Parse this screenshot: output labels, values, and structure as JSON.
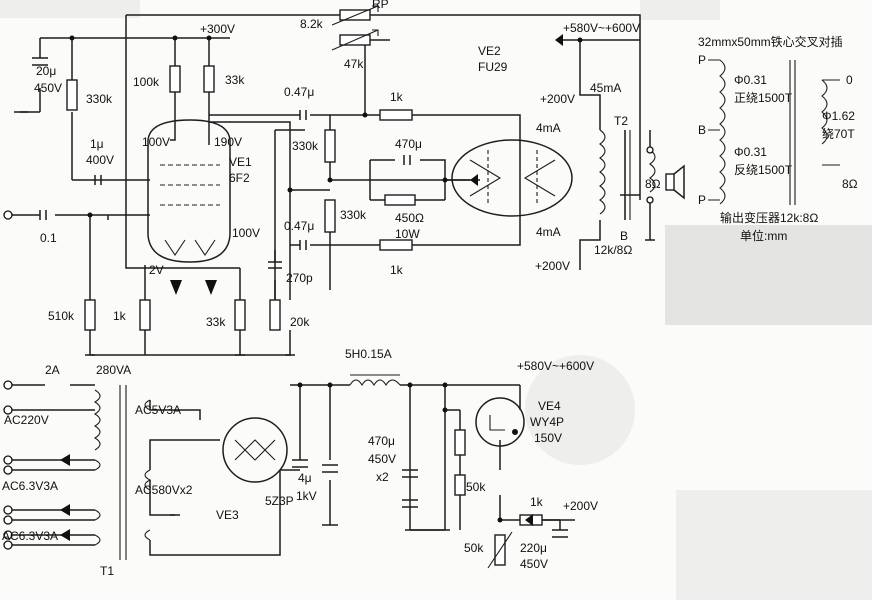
{
  "rails": {
    "b300": "+300V",
    "b580_top": "+580V~+600V",
    "b580_ps": "+580V~+600V",
    "b200_a": "+200V",
    "b200_b": "+200V",
    "b200_ps": "+200V"
  },
  "preamp": {
    "c_in": "0.1",
    "r_grid": "510k",
    "r_cath": "1k",
    "c_dec_val": "20μ",
    "c_dec_volt": "450V",
    "r_dec": "330k",
    "r_plate1": "100k",
    "r_plate2": "33k",
    "c_coup_val": "1μ",
    "c_coup_volt": "400V",
    "v_100_1": "100V",
    "v_190": "190V",
    "v_100_2": "100V",
    "v_2": "2V",
    "tube_ref": "VE1",
    "tube_type": "6F2",
    "r_33k_bot": "33k",
    "c_270p": "270p",
    "r_20k": "20k"
  },
  "phase": {
    "rp_label": "RP",
    "r_8k2": "8.2k",
    "r_47k": "47k",
    "c_047_top": "0.47μ",
    "c_047_bot": "0.47μ",
    "r_330k_a": "330k",
    "r_330k_b": "330k",
    "r_1k_top": "1k",
    "r_1k_bot": "1k",
    "c_470": "470μ",
    "r_450": "450Ω",
    "r_450w": "10W"
  },
  "output": {
    "tube_ref": "VE2",
    "tube_type": "FU29",
    "i_45": "45mA",
    "i_4a": "4mA",
    "i_4b": "4mA",
    "t2": "T2",
    "t2_ratio": "12k/8Ω",
    "b_label": "B",
    "spk": "8Ω"
  },
  "xfmr_note": {
    "title": "32mmx50mm铁心交叉对插",
    "p1": "P",
    "w1": "Φ0.31",
    "w1b": "正绕1500T",
    "b": "B",
    "w2": "Φ0.31",
    "w2b": "反绕1500T",
    "p2": "P",
    "zero": "0",
    "w3": "Φ1.62",
    "w3b": "绕70T",
    "ohm": "8Ω",
    "caption": "输出变压器12k:8Ω",
    "unit": "单位:mm"
  },
  "power": {
    "fuse": "2A",
    "va": "280VA",
    "ac220": "AC220V",
    "ac5v": "AC5V3A",
    "ac580": "AC580Vx2",
    "ac63a": "AC6.3V3A",
    "ac63b": "AC6.3V3A",
    "t1": "T1",
    "rect_ref": "VE3",
    "rect_type": "5Z3P",
    "c4_val": "4μ",
    "c4_volt": "1kV",
    "choke": "5H0.15A",
    "c470_val": "470μ",
    "c470_volt": "450V",
    "c470_x": "x2",
    "reg_ref": "VE4",
    "reg_type": "WY4P",
    "reg_v": "150V",
    "r_50k": "50k",
    "r_1k": "1k",
    "r_50k_pot": "50k",
    "c220_val": "220μ",
    "c220_volt": "450V"
  }
}
